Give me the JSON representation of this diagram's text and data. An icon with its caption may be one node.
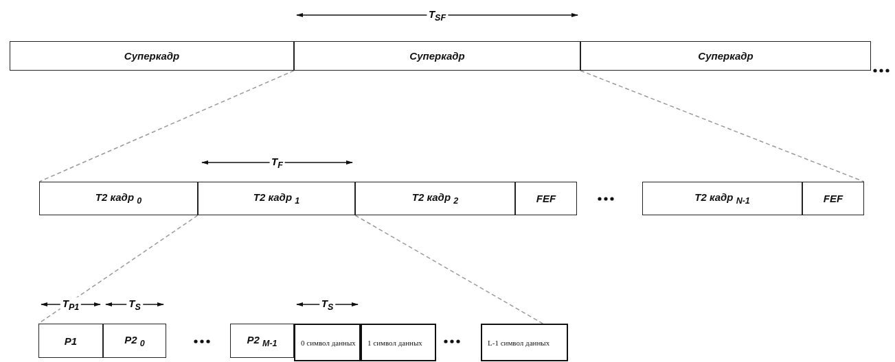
{
  "diagram": {
    "nodes": [
      {
        "text": [
          "Суперкадр"
        ]
      },
      {
        "text": [
          "Суперкадр"
        ]
      },
      {
        "text": [
          "Суперкадр"
        ]
      },
      {
        "text": [
          "T2 кадр $_{0}$"
        ]
      },
      {
        "text": [
          "T2 кадр $_{1}$"
        ]
      },
      {
        "text": [
          "T2 кадр $_{2}$"
        ]
      },
      {
        "text": [
          "FEF"
        ]
      },
      {
        "text": [
          "T2 кадр $_{N-1}$"
        ]
      },
      {
        "text": [
          "FEF"
        ]
      },
      {
        "text": [
          "P1"
        ]
      },
      {
        "text": [
          "P2 $_{0}$"
        ]
      },
      {
        "text": [
          "P2 $_{M-1}$"
        ]
      },
      {
        "text": [
          "0 символ данных"
        ]
      },
      {
        "text": [
          "1 символ данных"
        ]
      },
      {
        "text": [
          "L-1 символ данных"
        ]
      }
    ],
    "edges": [
      {
        "from": 1,
        "to": 3,
        "arrow": "none",
        "style": "dashed"
      },
      {
        "from": 1,
        "to": 8,
        "arrow": "none",
        "style": "dashed"
      },
      {
        "from": 4,
        "to": 9,
        "arrow": "none",
        "style": "dashed"
      },
      {
        "from": 4,
        "to": 14,
        "arrow": "none",
        "style": "dashed"
      }
    ],
    "labels": [
      "T$_{SF}$",
      "T$_{F}$",
      "T$_{P1}$",
      "T$_{S}$",
      "T$_{S}$"
    ]
  }
}
